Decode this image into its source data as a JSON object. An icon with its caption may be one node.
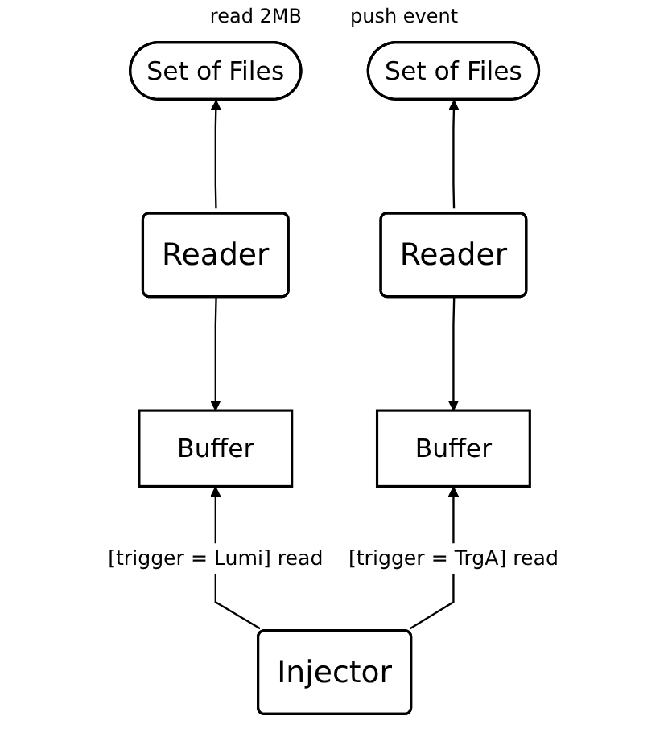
{
  "diagram": {
    "nodes": [
      {
        "text": [
          "Set of Files"
        ]
      },
      {
        "text": [
          "Set of Files"
        ]
      },
      {
        "text": [
          "Reader"
        ]
      },
      {
        "text": [
          "Reader"
        ]
      },
      {
        "text": [
          "Buffer"
        ]
      },
      {
        "text": [
          "Buffer"
        ]
      },
      {
        "text": [
          "Injector"
        ]
      }
    ],
    "edges": [
      {
        "from": 2,
        "to": 0,
        "arrow": "to"
      },
      {
        "from": 3,
        "to": 1,
        "arrow": "to"
      },
      {
        "from": 2,
        "to": 4,
        "arrow": "to"
      },
      {
        "from": 3,
        "to": 5,
        "arrow": "to"
      },
      {
        "from": 6,
        "to": 4,
        "label": "[trigger = Lumi] read",
        "arrow": "to"
      },
      {
        "from": 6,
        "to": 5,
        "label": "[trigger = TrgA] read",
        "arrow": "to"
      }
    ],
    "labels": [
      "read 2MB",
      "push event"
    ]
  }
}
